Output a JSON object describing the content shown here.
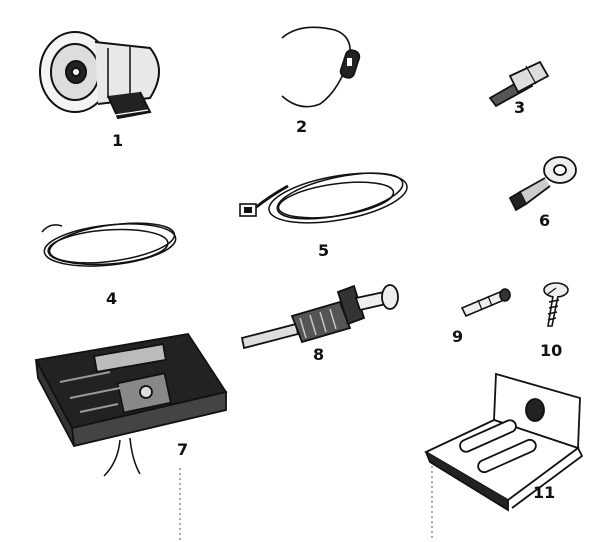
{
  "parts": [
    {
      "id": "horn",
      "label": "1"
    },
    {
      "id": "wire-with-fuse-holder",
      "label": "2"
    },
    {
      "id": "spade-connector",
      "label": "3"
    },
    {
      "id": "wire-coil",
      "label": "4"
    },
    {
      "id": "wiring-harness",
      "label": "5"
    },
    {
      "id": "ring-terminal",
      "label": "6"
    },
    {
      "id": "relay-unit",
      "label": "7"
    },
    {
      "id": "push-button-switch",
      "label": "8"
    },
    {
      "id": "bullet-connector",
      "label": "9"
    },
    {
      "id": "screw",
      "label": "10"
    },
    {
      "id": "mounting-bracket",
      "label": "11"
    }
  ],
  "colors": {
    "ink": "#111111",
    "paper": "#ffffff",
    "shade": "#333333"
  }
}
